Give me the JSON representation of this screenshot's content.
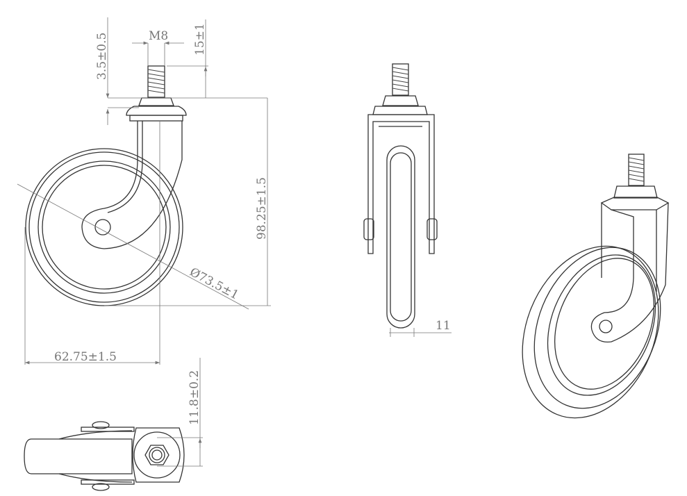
{
  "drawing": {
    "title": "Swivel caster technical drawing",
    "dimensions": {
      "flange_thickness": "3.5±0.5",
      "thread": "M8",
      "thread_length": "15±1",
      "total_height": "98.25±1.5",
      "wheel_diameter": "Ø73.5±1",
      "swivel_offset": "62.75±1.5",
      "wheel_width": "11",
      "axle_offset": "11.8±0.2"
    },
    "colors": {
      "line": "#333333",
      "dimension": "#777777"
    }
  }
}
